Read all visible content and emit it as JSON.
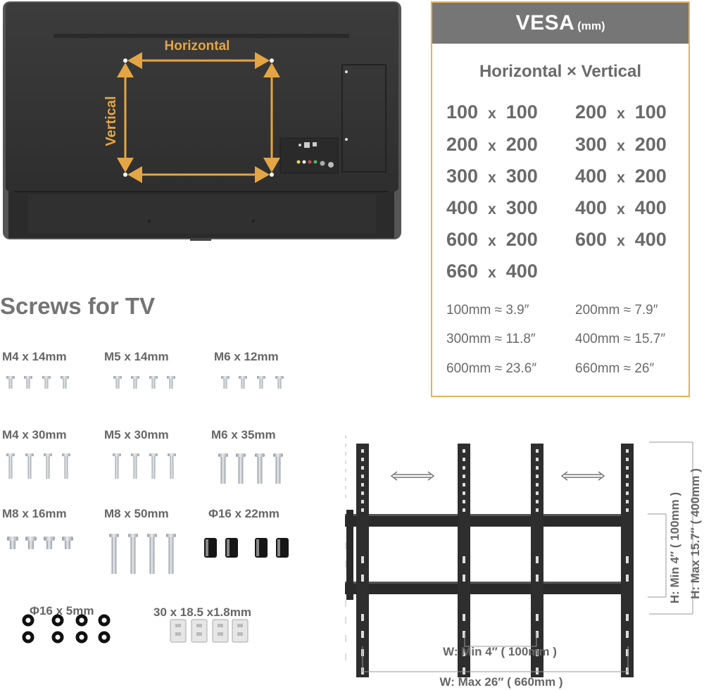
{
  "tv": {
    "horizontal_label": "Horizontal",
    "vertical_label": "Vertical"
  },
  "vesa": {
    "title": "VESA",
    "unit": "(mm)",
    "subtitle": "Horizontal × Vertical",
    "sizes_left": [
      {
        "h": "100",
        "v": "100"
      },
      {
        "h": "200",
        "v": "200"
      },
      {
        "h": "300",
        "v": "300"
      },
      {
        "h": "400",
        "v": "300"
      },
      {
        "h": "600",
        "v": "200"
      },
      {
        "h": "660",
        "v": "400"
      }
    ],
    "sizes_right": [
      {
        "h": "200",
        "v": "100"
      },
      {
        "h": "300",
        "v": "200"
      },
      {
        "h": "400",
        "v": "200"
      },
      {
        "h": "400",
        "v": "400"
      },
      {
        "h": "600",
        "v": "400"
      }
    ],
    "times_symbol": "x",
    "conversions": [
      "100mm ≈ 3.9″",
      "200mm ≈ 7.9″",
      "300mm ≈ 11.8″",
      "400mm ≈ 15.7″",
      "600mm ≈ 23.6″",
      "660mm ≈ 26″"
    ]
  },
  "screws": {
    "title": "Screws for TV",
    "items": [
      "M4 x 14mm",
      "M5 x 14mm",
      "M6 x 12mm",
      "M4 x 30mm",
      "M5 x 30mm",
      "M6 x 35mm",
      "M8 x 16mm",
      "M8 x 50mm",
      "Φ16 x 22mm",
      "Φ16 x 5mm",
      "30 x 18.5 x1.8mm"
    ]
  },
  "mount": {
    "width_min": "W:  Min  4″ ( 100mm )",
    "width_max": "W:  Max  26″ ( 660mm )",
    "height_min": "H:  Min  4″ ( 100mm )",
    "height_max": "H:  Max  15.7″ ( 400mm )"
  },
  "colors": {
    "accent": "#e3a545",
    "panel_header": "#767676",
    "panel_border": "#e3b25b",
    "tv_body": "#3a3a3a",
    "text": "#666666"
  }
}
